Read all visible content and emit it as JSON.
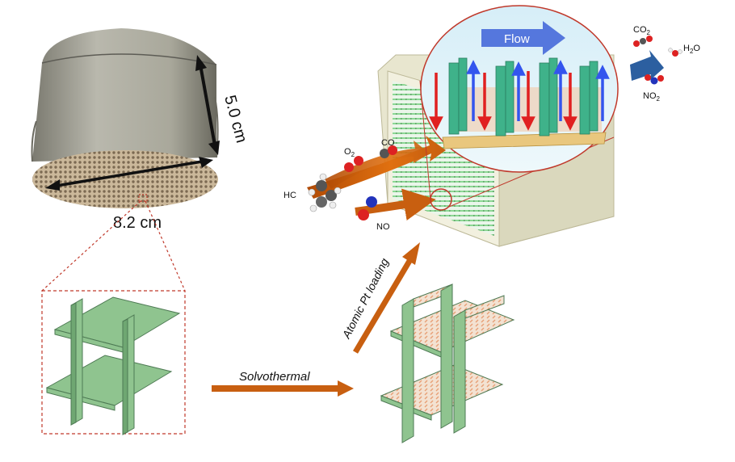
{
  "dims": {
    "height": "5.0 cm",
    "diameter": "8.2 cm"
  },
  "labels": {
    "flow": "Flow",
    "solvothermal": "Solvothermal",
    "atomic_pt_loading": "Atomic Pt loading"
  },
  "molecules": {
    "reactants": {
      "o2": {
        "base": "O",
        "sub": "2"
      },
      "co": "CO",
      "hc": "HC",
      "no": "NO"
    },
    "products": {
      "co2": {
        "base": "CO",
        "sub": "2"
      },
      "h2o": {
        "pre": "H",
        "sub": "2",
        "post": "O"
      },
      "no2": {
        "base": "NO",
        "sub": "2"
      }
    }
  },
  "colors": {
    "grid_green": "#8fc48f",
    "grid_edge": "#4e7a54",
    "arrow_orange": "#c85f10",
    "flow_blue": "#5577dd",
    "arrow_red": "#e02020",
    "arrow_blue": "#3355ee",
    "box_beige": "#e8e6cf",
    "dash_red": "#c0392b",
    "oxygen": "#dd2222",
    "nitrogen": "#2233bb",
    "carbon": "#555555"
  }
}
